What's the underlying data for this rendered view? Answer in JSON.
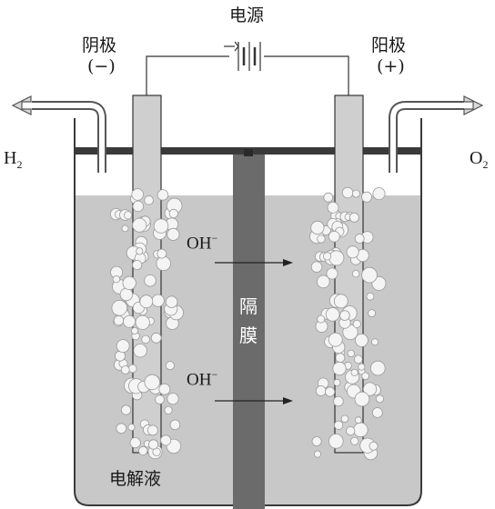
{
  "power_source": "电源",
  "cathode": {
    "name": "阴极",
    "sign": "(−)",
    "gas_symbol": "H",
    "gas_subscript": "2"
  },
  "anode": {
    "name": "阳极",
    "sign": "(+)",
    "gas_symbol": "O",
    "gas_subscript": "2"
  },
  "membrane": {
    "char1": "隔",
    "char2": "膜"
  },
  "ion_upper": {
    "symbol": "OH",
    "charge": "−"
  },
  "ion_lower": {
    "symbol": "OH",
    "charge": "−"
  },
  "electrolyte": "电解液",
  "colors": {
    "electrolyte": "#c8c8c8",
    "membrane": "#6b6b6b",
    "electrode": "#cfcfcf",
    "lid": "#3a3a3a",
    "bubble": "#f4f4f4"
  }
}
